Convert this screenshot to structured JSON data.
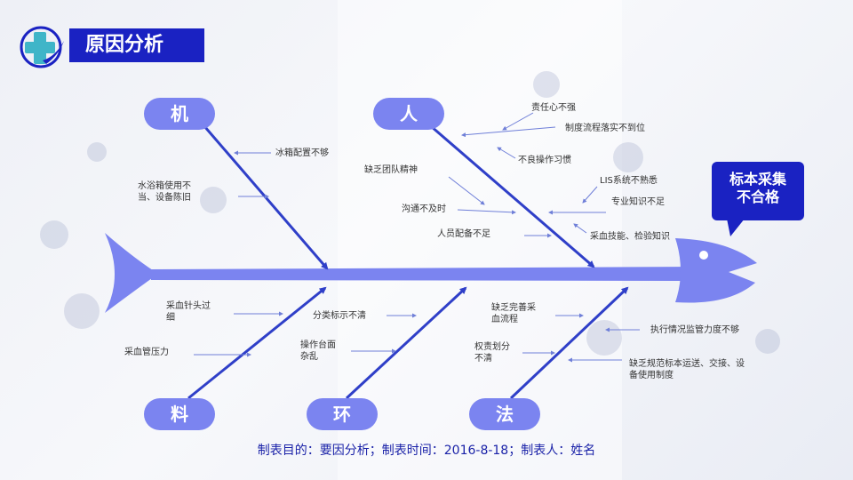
{
  "header": {
    "title": "原因分析"
  },
  "result": {
    "line1": "标本采集",
    "line2": "不合格"
  },
  "categories": {
    "ji": "机",
    "ren": "人",
    "liao": "料",
    "huan": "环",
    "fa": "法"
  },
  "causes": {
    "ji": {
      "c1": "冰箱配置不够",
      "c2_l1": "水浴箱使用不",
      "c2_l2": "当、设备陈旧"
    },
    "ren": {
      "c1": "责任心不强",
      "c2": "制度流程落实不到位",
      "c3": "不良操作习惯",
      "c4": "缺乏团队精神",
      "c5": "LIS系统不熟悉",
      "c6": "沟通不及时",
      "c7": "专业知识不足",
      "c8": "人员配备不足",
      "c9": "采血技能、检验知识"
    },
    "liao": {
      "c1_l1": "采血针头过",
      "c1_l2": "细",
      "c2": "采血管压力"
    },
    "huan": {
      "c1": "分类标示不清",
      "c2_l1": "操作台面",
      "c2_l2": "杂乱"
    },
    "fa": {
      "c1_l1": "缺乏完善采",
      "c1_l2": "血流程",
      "c2": "执行情况监管力度不够",
      "c3_l1": "权责划分",
      "c3_l2": "不清",
      "c4_l1": "缺乏规范标本运送、交接、设",
      "c4_l2": "备使用制度"
    }
  },
  "footer": {
    "text": "制表目的：要因分析；制表时间：2016-8-18；制表人：姓名"
  },
  "colors": {
    "accent": "#1a22c2",
    "category": "#7b84f0",
    "arrow": "#2f3fc8",
    "fish": "#7b84f0"
  }
}
